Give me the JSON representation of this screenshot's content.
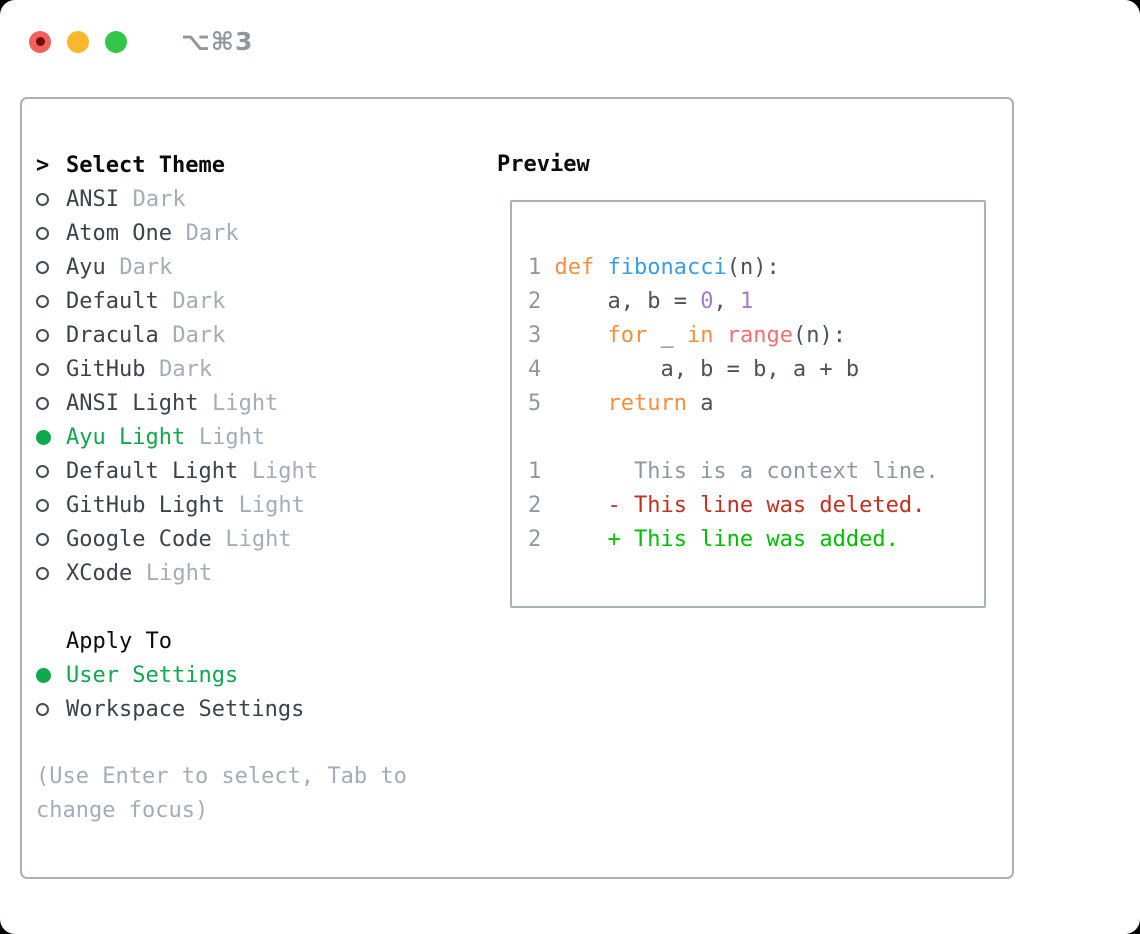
{
  "window": {
    "shortcut": "⌥⌘3"
  },
  "colors": {
    "green": "#0fa84d",
    "fg": "#3c434b",
    "muted": "#a3adb8",
    "border": "#a9b0b9",
    "kw": "#fa8d3e",
    "fn": "#399ee6",
    "num": "#a37acc",
    "err": "#f07171",
    "plain": "#4b535a",
    "gutter": "#8f98a1",
    "deleted": "#c52f21",
    "added": "#00bf00",
    "title": "#0b0b0b",
    "traffic_red": "#f4605a",
    "traffic_yellow": "#f9b82c",
    "traffic_green": "#34c648"
  },
  "theme_selector": {
    "title_prefix": ">",
    "title": "Select Theme",
    "themes": [
      {
        "name": "ANSI",
        "variant": "Dark",
        "selected": false
      },
      {
        "name": "Atom One",
        "variant": "Dark",
        "selected": false
      },
      {
        "name": "Ayu",
        "variant": "Dark",
        "selected": false
      },
      {
        "name": "Default",
        "variant": "Dark",
        "selected": false
      },
      {
        "name": "Dracula",
        "variant": "Dark",
        "selected": false
      },
      {
        "name": "GitHub",
        "variant": "Dark",
        "selected": false
      },
      {
        "name": "ANSI Light",
        "variant": "Light",
        "selected": false
      },
      {
        "name": "Ayu Light",
        "variant": "Light",
        "selected": true
      },
      {
        "name": "Default Light",
        "variant": "Light",
        "selected": false
      },
      {
        "name": "GitHub Light",
        "variant": "Light",
        "selected": false
      },
      {
        "name": "Google Code",
        "variant": "Light",
        "selected": false
      },
      {
        "name": "XCode",
        "variant": "Light",
        "selected": false
      }
    ],
    "apply_to": {
      "title": "Apply To",
      "options": [
        {
          "label": "User Settings",
          "selected": true
        },
        {
          "label": "Workspace Settings",
          "selected": false
        }
      ]
    },
    "hint_lines": [
      "(Use Enter to select, Tab to",
      "change focus)"
    ]
  },
  "preview": {
    "title": "Preview",
    "code_lines": [
      {
        "ln": "1",
        "tokens": [
          [
            "def",
            "kw"
          ],
          [
            " ",
            ""
          ],
          [
            "fibonacci",
            "fn"
          ],
          [
            "(n):",
            ""
          ]
        ]
      },
      {
        "ln": "2",
        "tokens": [
          [
            "    a, b = ",
            ""
          ],
          [
            "0",
            "num"
          ],
          [
            ", ",
            ""
          ],
          [
            "1",
            "num"
          ]
        ]
      },
      {
        "ln": "3",
        "tokens": [
          [
            "    ",
            ""
          ],
          [
            "for",
            "kw"
          ],
          [
            " _ ",
            ""
          ],
          [
            "in",
            "kw"
          ],
          [
            " ",
            ""
          ],
          [
            "range",
            "err"
          ],
          [
            "(n):",
            ""
          ]
        ]
      },
      {
        "ln": "4",
        "tokens": [
          [
            "        a, b = b, a + b",
            ""
          ]
        ]
      },
      {
        "ln": "5",
        "tokens": [
          [
            "    ",
            ""
          ],
          [
            "return",
            "kw"
          ],
          [
            " a",
            ""
          ]
        ]
      },
      {
        "ln": "",
        "tokens": []
      },
      {
        "ln": "1",
        "tokens": [
          [
            "      This is a context line.",
            "ctx"
          ]
        ]
      },
      {
        "ln": "2",
        "tokens": [
          [
            "    - This line was deleted.",
            "del"
          ]
        ]
      },
      {
        "ln": "2",
        "tokens": [
          [
            "    + This line was added.",
            "add"
          ]
        ]
      }
    ]
  }
}
